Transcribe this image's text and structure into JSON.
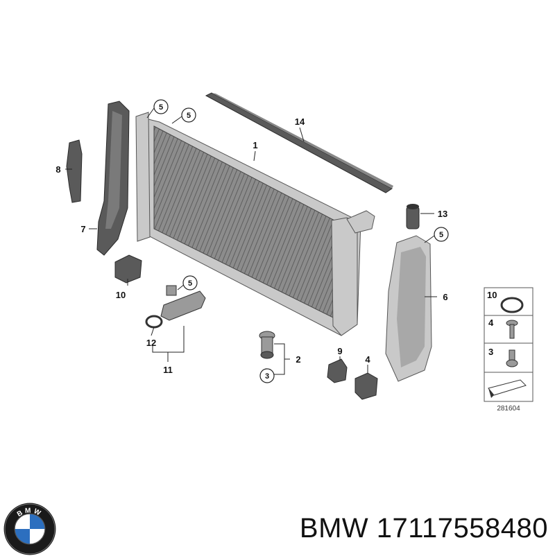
{
  "callouts": {
    "c1": "1",
    "c2": "2",
    "c3": "3",
    "c4": "4",
    "c5": "5",
    "c6": "6",
    "c7": "7",
    "c8": "8",
    "c9": "9",
    "c10": "10",
    "c11": "11",
    "c12": "12",
    "c13": "13",
    "c14": "14"
  },
  "legend": {
    "item_a": "10",
    "item_b": "4",
    "item_c": "3"
  },
  "reference_code": "281604",
  "brand": {
    "logo_letters": "BMW",
    "caption": "BMW 17117558480"
  },
  "colors": {
    "part_dark": "#5a5a5a",
    "part_light": "#c9c9c9",
    "logo_blue": "#2c6fbf"
  }
}
